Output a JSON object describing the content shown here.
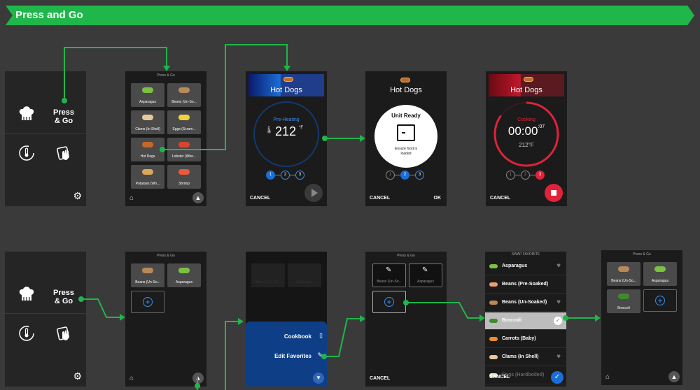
{
  "banner": {
    "title": "Press and Go"
  },
  "home": {
    "press_go_line1": "Press",
    "press_go_line2": "& Go"
  },
  "grid": {
    "title": "Press & Go",
    "items": [
      "Asparagus",
      "Beans (Un-So...",
      "Clams (In Shell)",
      "Eggs (Scram...",
      "Hot Dogs",
      "Lobster (Who...",
      "Potatoes (Wh...",
      "Shrimp"
    ]
  },
  "preheat": {
    "title": "Hot Dogs",
    "status": "Pre-Heating",
    "temp": "212",
    "unit": "°F",
    "cancel": "CANCEL",
    "steps": [
      "1",
      "2",
      "3"
    ]
  },
  "ready": {
    "title": "Hot Dogs",
    "heading": "Unit Ready",
    "message_line1": "Ensure food is",
    "message_line2": "loaded",
    "cancel": "CANCEL",
    "ok": "OK",
    "steps": [
      "1",
      "2",
      "3"
    ]
  },
  "cooking": {
    "title": "Hot Dogs",
    "status": "Cooking",
    "time": "00:00",
    "seconds": ":07",
    "temp": "212°F",
    "cancel": "CANCEL",
    "steps": [
      "1",
      "2",
      "3"
    ]
  },
  "fav1": {
    "title": "Press & Go",
    "items": [
      "Beans (Un-So...",
      "Asparagus"
    ]
  },
  "popup": {
    "cookbook": "Cookbook",
    "edit": "Edit Favorites",
    "ghost_items": [
      "Beans (Un-So...",
      "Asparagus"
    ]
  },
  "fav_edit": {
    "title": "Press & Go",
    "items": [
      "Beans (Un-So...",
      "Asparagus"
    ],
    "cancel": "CANCEL"
  },
  "swap": {
    "title": "SWAP FAVORITE",
    "items": [
      "Asparagus",
      "Beans (Pre-Soaked)",
      "Beans (Un-Soaked)",
      "Broccoli",
      "Carrots (Baby)",
      "Clams (In Shell)",
      "Eggs (Hardboiled)"
    ],
    "cancel": "CANCEL"
  },
  "fav_final": {
    "title": "Press & Go",
    "items": [
      "Beans (Un-So...",
      "Asparagus",
      "Broccoli"
    ]
  },
  "colors": {
    "accent_green": "#1fb64a",
    "blue": "#1b6ed6",
    "red": "#e0223a"
  }
}
